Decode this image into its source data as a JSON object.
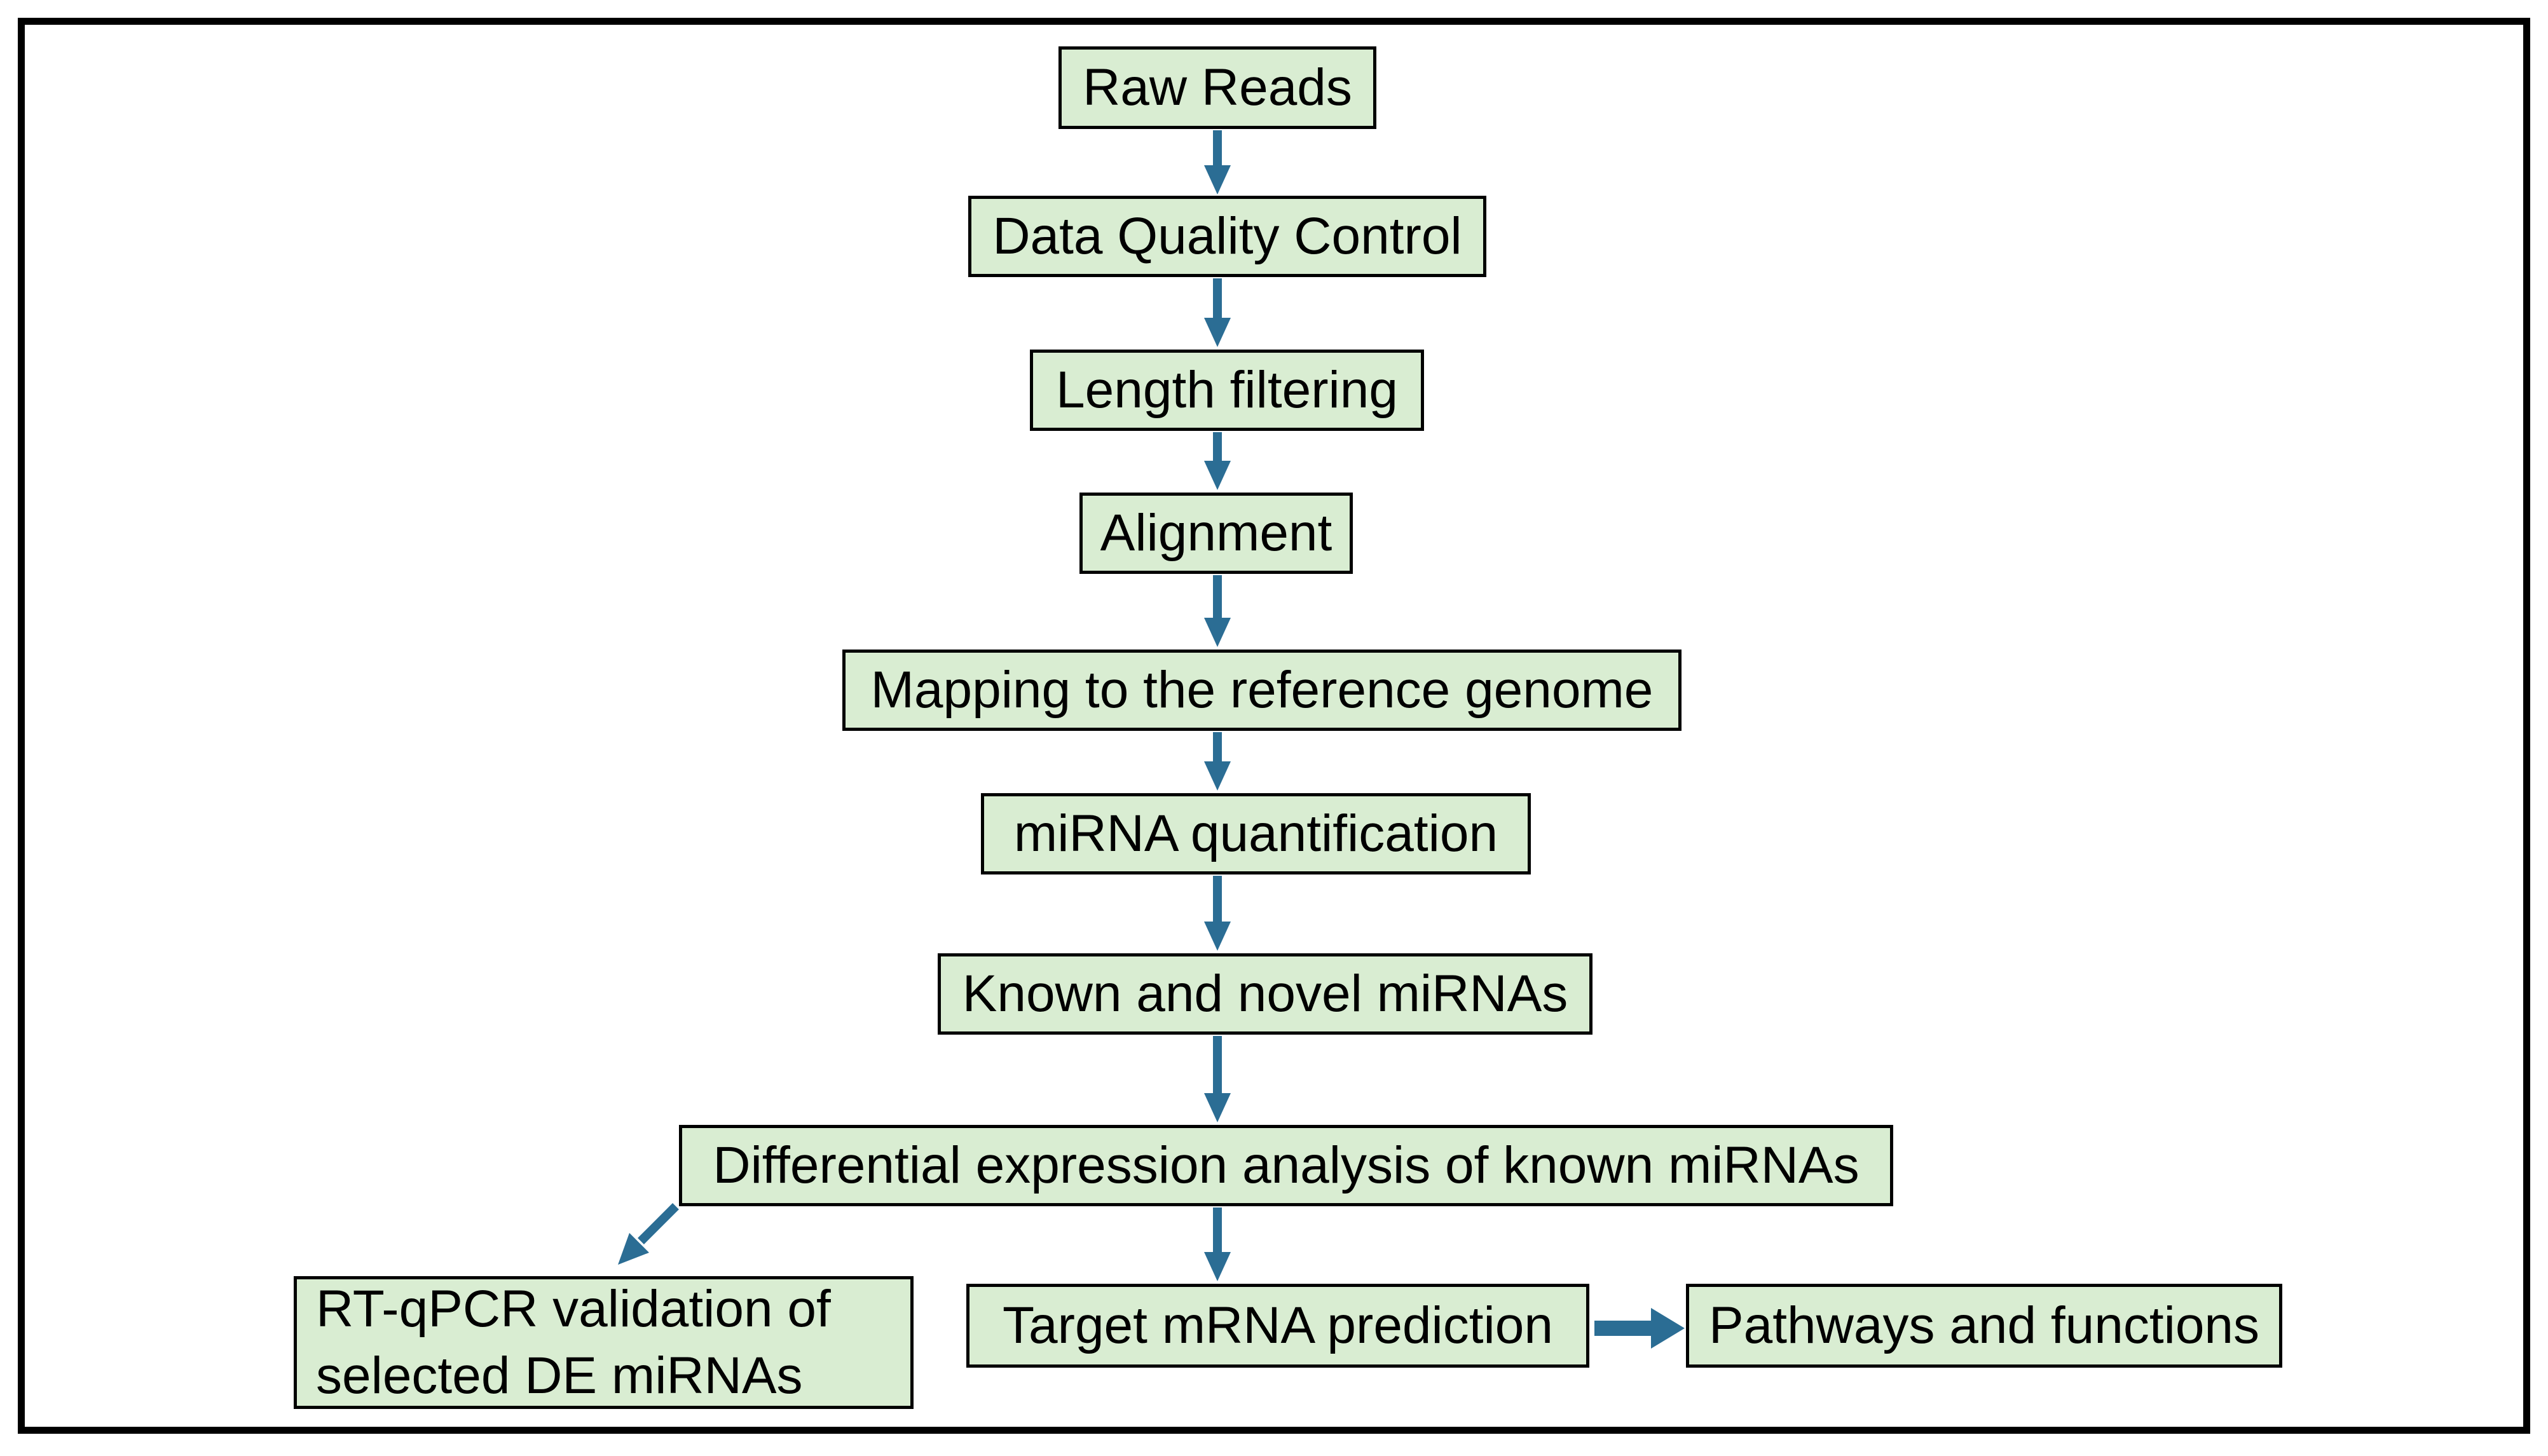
{
  "colors": {
    "background": "#ffffff",
    "frame_border": "#000000",
    "box_fill": "#d9edd2",
    "box_border": "#000000",
    "arrow": "#2b6d94",
    "text": "#000000"
  },
  "flowchart": {
    "boxes": [
      {
        "id": "raw-reads",
        "label": "Raw Reads"
      },
      {
        "id": "data-quality-control",
        "label": "Data Quality Control"
      },
      {
        "id": "length-filtering",
        "label": "Length filtering"
      },
      {
        "id": "alignment",
        "label": "Alignment"
      },
      {
        "id": "mapping-reference-genome",
        "label": "Mapping to the reference genome"
      },
      {
        "id": "mirna-quantification",
        "label": "miRNA quantification"
      },
      {
        "id": "known-novel-mirnas",
        "label": "Known and novel miRNAs"
      },
      {
        "id": "differential-expression",
        "label": "Differential expression analysis of known miRNAs"
      },
      {
        "id": "rt-qpcr-validation",
        "label": "RT-qPCR validation of selected DE miRNAs"
      },
      {
        "id": "target-mrna-prediction",
        "label": "Target mRNA prediction"
      },
      {
        "id": "pathways-functions",
        "label": "Pathways and functions"
      }
    ],
    "edges": [
      {
        "from": "raw-reads",
        "to": "data-quality-control",
        "direction": "down"
      },
      {
        "from": "data-quality-control",
        "to": "length-filtering",
        "direction": "down"
      },
      {
        "from": "length-filtering",
        "to": "alignment",
        "direction": "down"
      },
      {
        "from": "alignment",
        "to": "mapping-reference-genome",
        "direction": "down"
      },
      {
        "from": "mapping-reference-genome",
        "to": "mirna-quantification",
        "direction": "down"
      },
      {
        "from": "mirna-quantification",
        "to": "known-novel-mirnas",
        "direction": "down"
      },
      {
        "from": "known-novel-mirnas",
        "to": "differential-expression",
        "direction": "down"
      },
      {
        "from": "differential-expression",
        "to": "target-mrna-prediction",
        "direction": "down"
      },
      {
        "from": "differential-expression",
        "to": "rt-qpcr-validation",
        "direction": "down-left"
      },
      {
        "from": "target-mrna-prediction",
        "to": "pathways-functions",
        "direction": "right"
      }
    ]
  }
}
